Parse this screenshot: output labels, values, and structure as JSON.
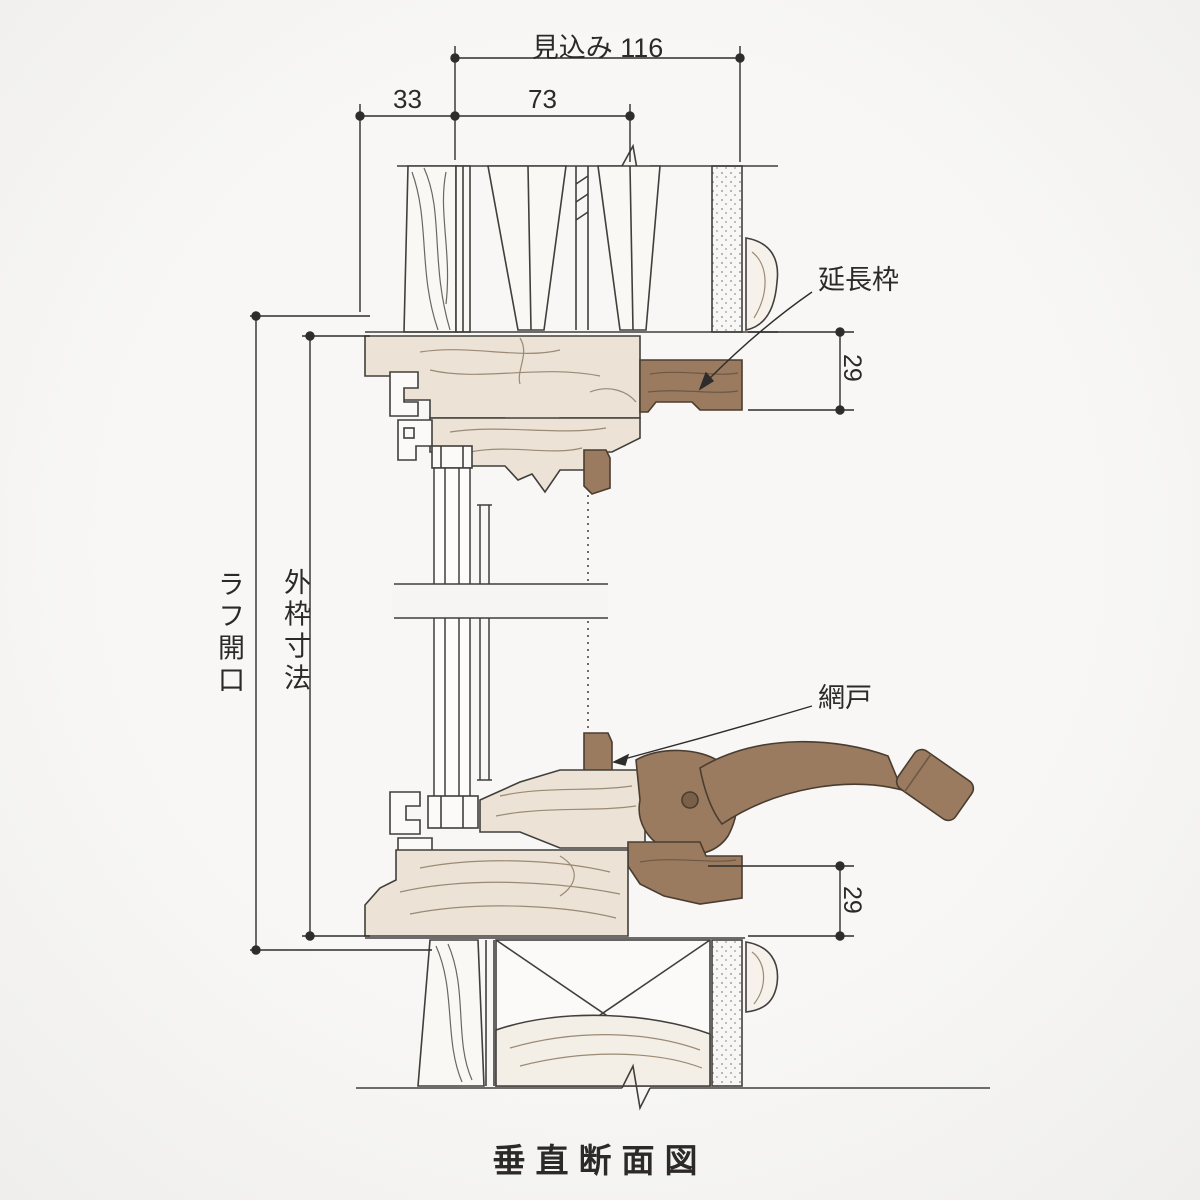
{
  "title": "垂直断面図",
  "dimensions": {
    "mikomi": {
      "label": "見込み 116"
    },
    "d33": {
      "label": "33"
    },
    "d73": {
      "label": "73"
    },
    "rough_opening": {
      "label": "ラフ開口"
    },
    "outer_frame": {
      "label": "外枠寸法"
    },
    "d29_top": {
      "label": "29"
    },
    "d29_bottom": {
      "label": "29"
    }
  },
  "callouts": {
    "extension_frame": {
      "label": "延長枠"
    },
    "screen": {
      "label": "網戸"
    }
  },
  "colors": {
    "background": "#f6f5f3",
    "line": "#413f3c",
    "dimension_line": "#2e2d2b",
    "wood_fill": "#ece2d6",
    "accent_brown": "#9a7b60",
    "grain": "#9b8a74"
  }
}
